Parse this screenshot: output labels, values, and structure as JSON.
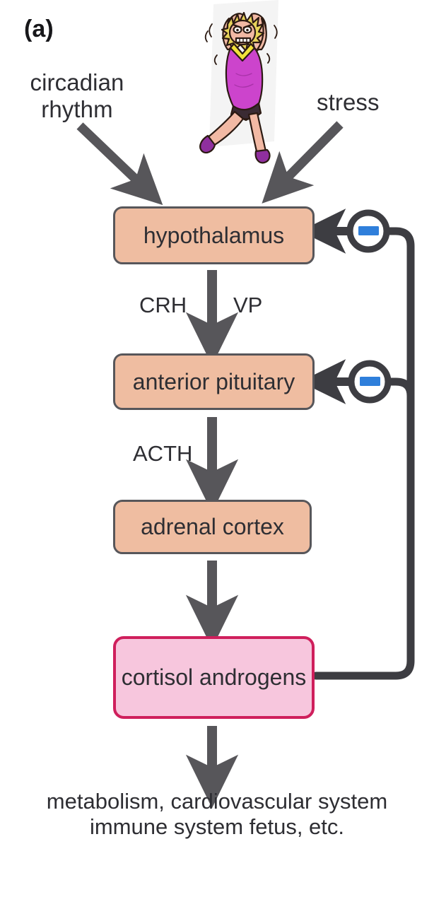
{
  "figure": {
    "panel_label": "(a)",
    "background": "#ffffff"
  },
  "inputs": [
    {
      "id": "circadian",
      "label": "circadian\nrhythm",
      "arrow": "diagonal-down-right"
    },
    {
      "id": "stress",
      "label": "stress",
      "arrow": "diagonal-down-left"
    }
  ],
  "illustration": {
    "name": "stressed-woman-cartoon",
    "description": "cartoon woman pulling her hair in frustration",
    "colors": {
      "dress": "#cc44cc",
      "collar": "#f2e23a",
      "hair": "#e8d45a",
      "skin": "#f2b9a4",
      "shoes": "#8f2f9e",
      "outline": "#2b1a12",
      "backdrop": "#f2f2f2"
    }
  },
  "nodes": [
    {
      "id": "hypothalamus",
      "label": "hypothalamus",
      "style": "tan",
      "fill": "#efbda1",
      "stroke": "#57565a"
    },
    {
      "id": "anterior-pituitary",
      "label": "anterior pituitary",
      "style": "tan",
      "fill": "#efbda1",
      "stroke": "#57565a"
    },
    {
      "id": "adrenal-cortex",
      "label": "adrenal cortex",
      "style": "tan",
      "fill": "#efbda1",
      "stroke": "#57565a"
    },
    {
      "id": "cortisol",
      "label": "cortisol\nandrogens",
      "style": "pink",
      "fill": "#f7c6dd",
      "stroke": "#cf1f5c"
    }
  ],
  "hormone_labels": [
    {
      "id": "crh",
      "label": "CRH",
      "between": "hypothalamus → anterior pituitary"
    },
    {
      "id": "vp",
      "label": "VP",
      "between": "hypothalamus → anterior pituitary"
    },
    {
      "id": "acth",
      "label": "ACTH",
      "between": "anterior pituitary → adrenal cortex"
    }
  ],
  "feedback": {
    "sign": "−",
    "sign_color": "#2f7fdb",
    "line_color": "#3d3d42",
    "targets": [
      "hypothalamus",
      "anterior-pituitary"
    ],
    "source": "cortisol",
    "description": "negative feedback from cortisol/androgens to hypothalamus and anterior pituitary"
  },
  "outcomes": {
    "lines": [
      "metabolism,",
      "cardiovascular system",
      "immune system",
      "fetus, etc."
    ],
    "text": "metabolism,\ncardiovascular system\nimmune system\nfetus, etc."
  },
  "arrow_color": "#57565a"
}
